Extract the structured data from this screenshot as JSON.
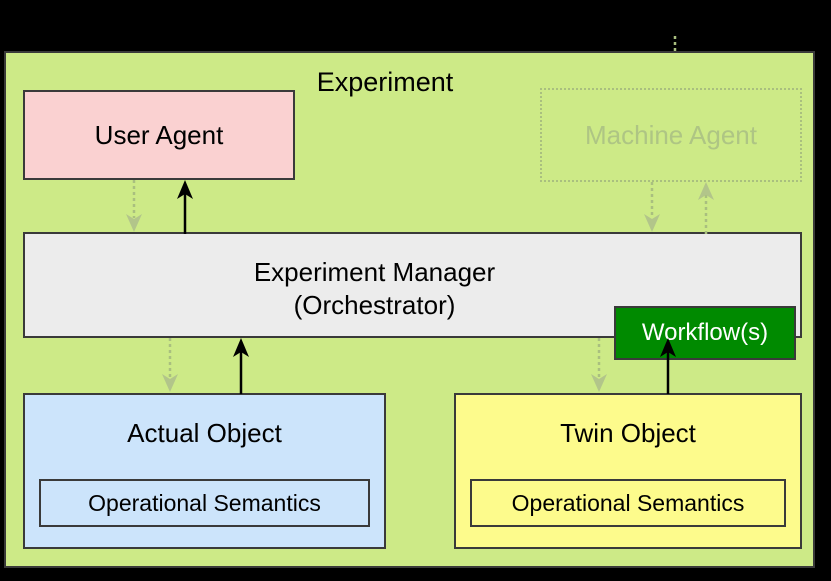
{
  "diagram": {
    "title": "Experiment",
    "background_color": "#cdea87",
    "nodes": {
      "user_agent": {
        "label": "User Agent",
        "color": "#fad1d1"
      },
      "machine_agent": {
        "label": "Machine Agent",
        "color": "#cdea87",
        "state": "faded"
      },
      "manager": {
        "label": "Experiment Manager\n(Orchestrator)",
        "line1": "Experiment Manager",
        "line2": "(Orchestrator)",
        "color": "#ececec"
      },
      "workflow": {
        "label": "Workflow(s)",
        "color": "#008a00",
        "text_color": "#ffffff"
      },
      "actual_object": {
        "label": "Actual Object",
        "color": "#cce4fb",
        "sub_label": "Operational Semantics"
      },
      "twin_object": {
        "label": "Twin Object",
        "color": "#fdfb8c",
        "sub_label": "Operational Semantics"
      }
    },
    "edges": [
      {
        "name": "external-to-user-agent",
        "style": "solid",
        "direction": "down"
      },
      {
        "name": "user-agent-to-manager",
        "style": "dotted",
        "direction": "down"
      },
      {
        "name": "manager-to-user-agent",
        "style": "solid",
        "direction": "up"
      },
      {
        "name": "external-to-machine-agent",
        "style": "dotted",
        "direction": "down"
      },
      {
        "name": "machine-agent-to-manager",
        "style": "dotted",
        "direction": "down"
      },
      {
        "name": "manager-to-machine-agent",
        "style": "dotted",
        "direction": "up"
      },
      {
        "name": "manager-to-actual-object",
        "style": "dotted",
        "direction": "down"
      },
      {
        "name": "actual-object-to-manager",
        "style": "solid",
        "direction": "up"
      },
      {
        "name": "manager-to-twin-object",
        "style": "dotted",
        "direction": "down"
      },
      {
        "name": "twin-object-to-manager",
        "style": "solid",
        "direction": "up"
      }
    ]
  }
}
